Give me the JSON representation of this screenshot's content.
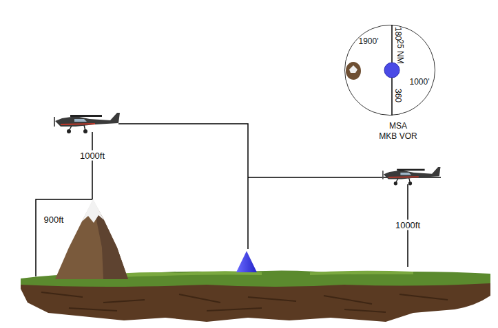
{
  "diagram": {
    "nodes": [
      {
        "text": [
          "1900'",
          "180",
          "25 NM",
          "1000'",
          "360",
          "MSA",
          "MKB VOR"
        ]
      }
    ],
    "labels": [
      "1000ft",
      "900ft",
      "1000ft"
    ]
  }
}
